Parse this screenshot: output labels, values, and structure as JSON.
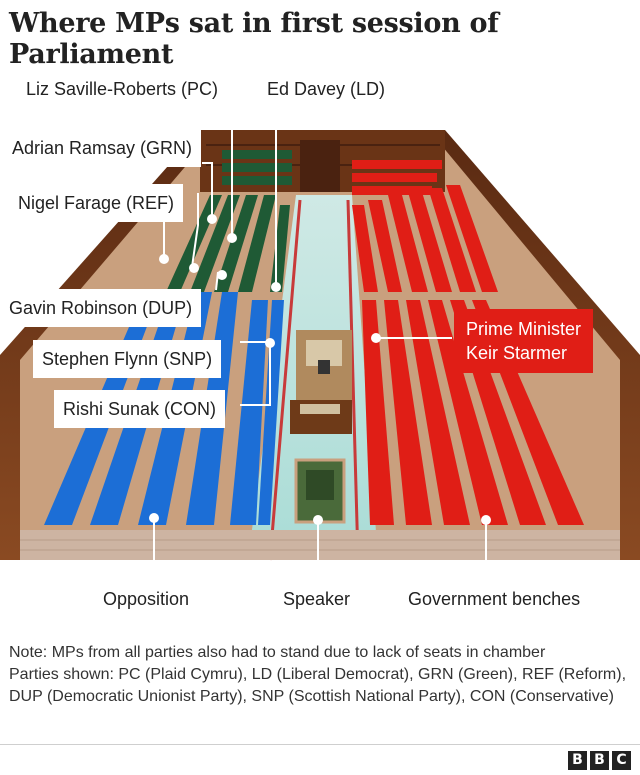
{
  "title": "Where MPs sat in first session of Parliament",
  "labels": {
    "plaid": "Liz Saville-Roberts (PC)",
    "libdem": "Ed Davey (LD)",
    "green": "Adrian Ramsay (GRN)",
    "reform": "Nigel Farage (REF)",
    "dup": "Gavin Robinson (DUP)",
    "snp": "Stephen Flynn (SNP)",
    "con": "Rishi Sunak (CON)",
    "pm_line1": "Prime Minister",
    "pm_line2": "Keir Starmer",
    "opposition": "Opposition",
    "speaker": "Speaker",
    "government": "Government benches"
  },
  "note": {
    "line1": "Note: MPs from all parties also had to stand due to lack of seats in chamber",
    "line2": "Parties shown: PC (Plaid Cymru), LD (Liberal Democrat), GRN (Green), REF (Reform), DUP (Democratic Unionist Party), SNP (Scottish National Party), CON (Conservative)"
  },
  "logo": [
    "B",
    "B",
    "C"
  ],
  "colors": {
    "government": "#e01e16",
    "opposition": "#1c6ed6",
    "minor_parties": "#1f5a35",
    "floor": "#b5e0dc",
    "wood": "#7a3e1c",
    "callout_highlight": "#e01e16"
  }
}
